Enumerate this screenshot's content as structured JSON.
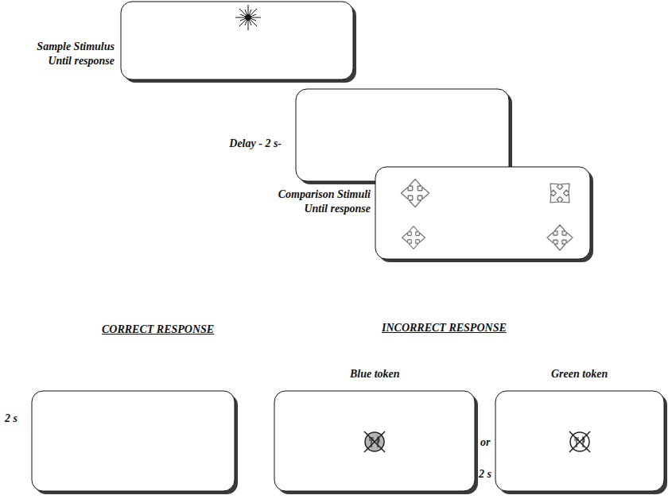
{
  "diagram": {
    "nodes": [
      {
        "text": [
          "Sample Stimulus Until response"
        ]
      },
      {
        "text": [
          "Delay - 2 s-"
        ]
      },
      {
        "text": [
          "Comparison Stimuli Until response"
        ]
      },
      {
        "text": [
          "CORRECT RESPONSE"
        ]
      },
      {
        "text": [
          "Blue token"
        ]
      },
      {
        "text": [
          "Green token"
        ]
      }
    ],
    "labels": [
      "INCORRECT RESPONSE",
      "or",
      "2 s",
      "2 s"
    ]
  }
}
